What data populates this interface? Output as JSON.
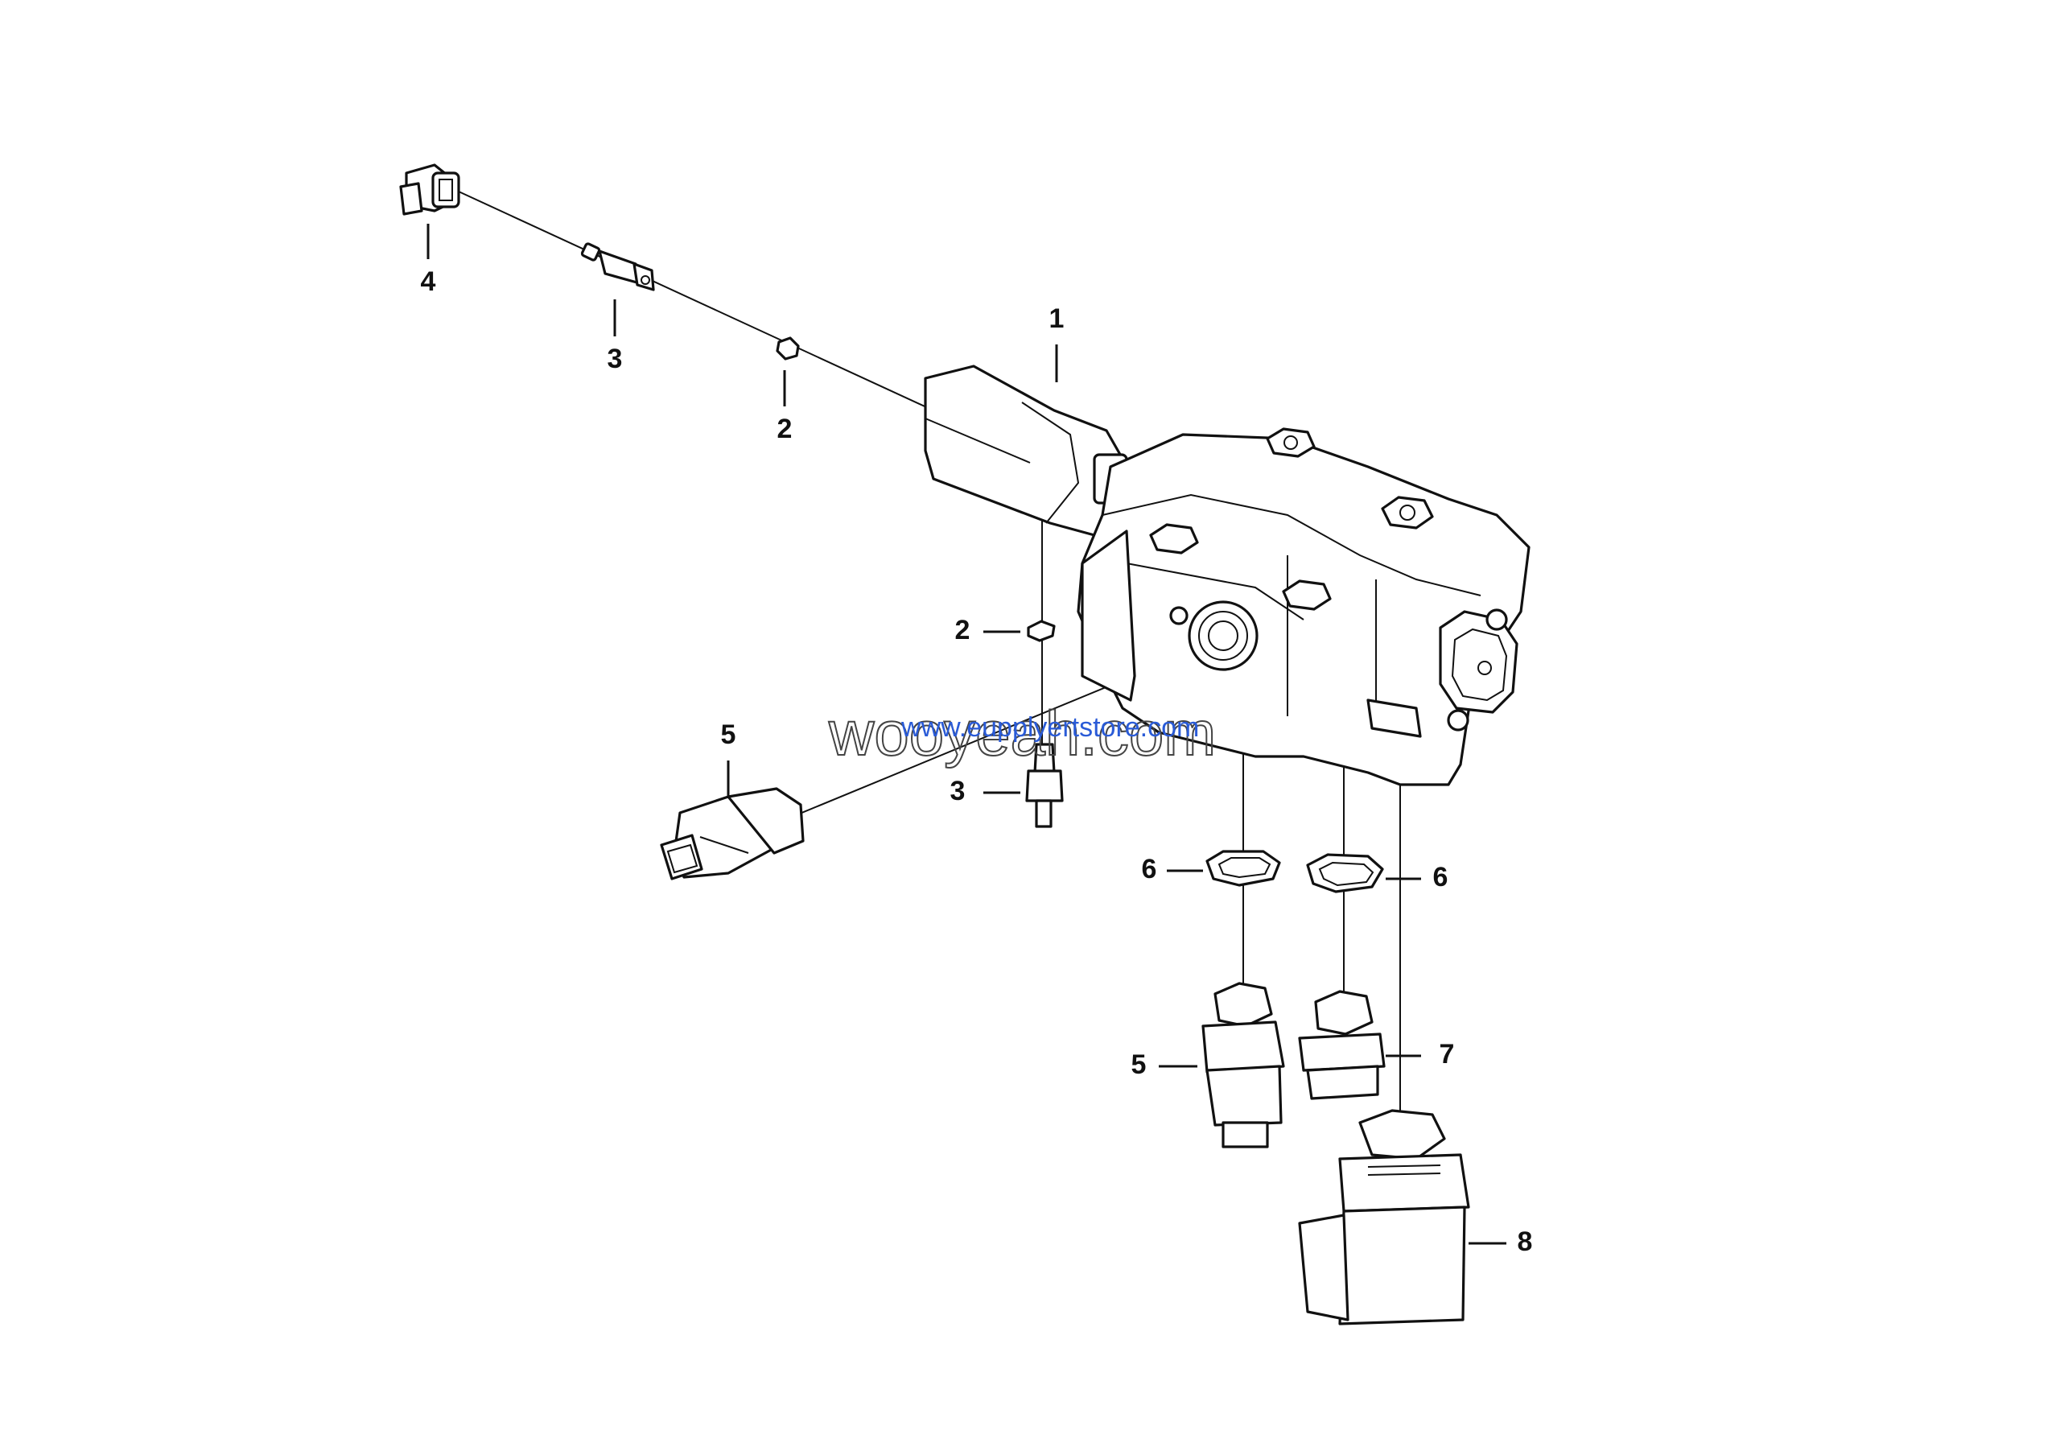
{
  "callouts": [
    {
      "id": "c1",
      "text": "1"
    },
    {
      "id": "c2a",
      "text": "2"
    },
    {
      "id": "c2b",
      "text": "2"
    },
    {
      "id": "c3a",
      "text": "3"
    },
    {
      "id": "c3b",
      "text": "3"
    },
    {
      "id": "c4",
      "text": "4"
    },
    {
      "id": "c5a",
      "text": "5"
    },
    {
      "id": "c5b",
      "text": "5"
    },
    {
      "id": "c6a",
      "text": "6"
    },
    {
      "id": "c6b",
      "text": "6"
    },
    {
      "id": "c7",
      "text": "7"
    },
    {
      "id": "c8",
      "text": "8"
    }
  ],
  "watermark": {
    "text": "wooyeah.com",
    "overlay": "www.eupplyertstore.com"
  }
}
